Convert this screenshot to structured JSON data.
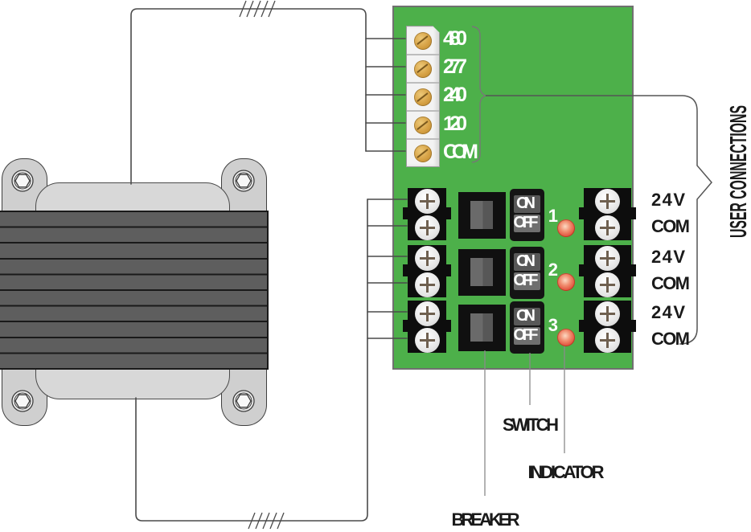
{
  "board": {
    "input_terminal_labels": [
      "480",
      "277",
      "240",
      "120",
      "COM"
    ],
    "switch_on_label": "ON",
    "switch_off_label": "OFF",
    "indicator_numbers": [
      "1",
      "2",
      "3"
    ],
    "output_terminal_labels": [
      "24V",
      "COM",
      "24V",
      "COM",
      "24V",
      "COM"
    ]
  },
  "callouts": {
    "breaker": "BREAKER",
    "switch": "SWITCH",
    "indicator": "INDICATOR",
    "user_connections": "USER CONNECTIONS"
  },
  "colors": {
    "board_green": "#4db04a",
    "board_border": "#707070",
    "led_red": "#e25540",
    "terminal_screw_gold": "#d6a144",
    "terminal_block_black": "#0d0d0d",
    "core_gray": "#5e5e5e",
    "bracket_gray": "#cfcfcf",
    "bobbin_gray": "#d8d8d8",
    "wire_line": "#4a4a4a",
    "label_black": "#1a1a1a",
    "label_white": "#ffffff"
  }
}
